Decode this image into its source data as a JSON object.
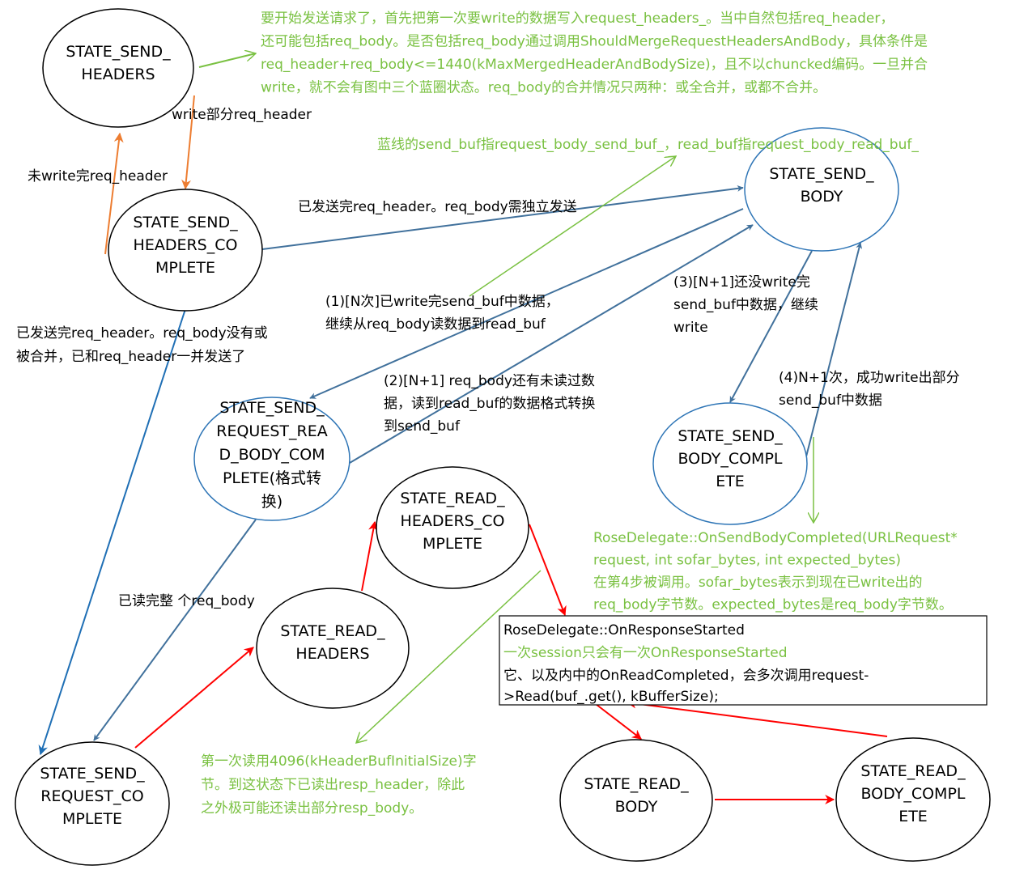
{
  "nodes": {
    "send_headers": [
      "STATE_SEND_",
      "HEADERS"
    ],
    "send_headers_complete": [
      "STATE_SEND_",
      "HEADERS_CO",
      "MPLETE"
    ],
    "send_body": [
      "STATE_SEND_",
      "BODY"
    ],
    "send_request_read_body_complete": [
      "STATE_SEND_",
      "REQUEST_REA",
      "D_BODY_COM",
      "PLETE(格式转",
      "换)"
    ],
    "send_body_complete": [
      "STATE_SEND_",
      "BODY_COMPL",
      "ETE"
    ],
    "read_headers_complete": [
      "STATE_READ_",
      "HEADERS_CO",
      "MPLETE"
    ],
    "read_headers": [
      "STATE_READ_",
      "HEADERS"
    ],
    "send_request_complete": [
      "STATE_SEND_",
      "REQUEST_CO",
      "MPLETE"
    ],
    "read_body": [
      "STATE_READ_",
      "BODY"
    ],
    "read_body_complete": [
      "STATE_READ_",
      "BODY_COMPL",
      "ETE"
    ]
  },
  "labels": {
    "write_partial": [
      "write部分req_header"
    ],
    "not_written": [
      "未write完req_header"
    ],
    "header_sent_body_separate": [
      "已发送完req_header。req_body需独立发送"
    ],
    "header_sent_merged": [
      "已发送完req_header。req_body没有或",
      "被合并，已和req_header一并发送了"
    ],
    "step1": [
      "(1)[N次]已write完send_buf中数据，",
      "继续从req_body读数据到read_buf"
    ],
    "step2": [
      "(2)[N+1] req_body还有未读过数",
      "据，读到read_buf的数据格式转换",
      "到send_buf"
    ],
    "step3": [
      "(3)[N+1]还没write完",
      "send_buf中数据，继续",
      "write"
    ],
    "step4": [
      "(4)N+1次，成功write出部分",
      "send_buf中数据"
    ],
    "body_read_done": [
      "已读完整 个req_body"
    ]
  },
  "notes": {
    "top": [
      "要开始发送请求了，首先把第一次要write的数据写入request_headers_。当中自然包括req_header，",
      "还可能包括req_body。是否包括req_body通过调用ShouldMergeRequestHeadersAndBody，具体条件是",
      "req_header+req_body<=1440(kMaxMergedHeaderAndBodySize)，且不以chuncked编码。一旦并合",
      "write，就不会有图中三个蓝圈状态。req_body的合并情况只两种：或全合并，或都不合并。"
    ],
    "blue_line": [
      "蓝线的send_buf指request_body_send_buf_，read_buf指request_body_read_buf_"
    ],
    "on_send_body_completed": [
      "RoseDelegate::OnSendBodyCompleted(URLRequest*",
      "request, int sofar_bytes, int expected_bytes)",
      "在第4步被调用。sofar_bytes表示到现在已write出的",
      "req_body字节数。expected_bytes是req_body字节数。"
    ],
    "first_read": [
      "第一次读用4096(kHeaderBufInitialSize)字",
      "节。到这状态下已读出resp_header，除此",
      "之外极可能还读出部分resp_body。"
    ]
  },
  "box": {
    "line1": "RoseDelegate::OnResponseStarted",
    "line2": "一次session只会有一次OnResponseStarted",
    "line3": "它、以及内中的OnReadCompleted，会多次调用request-",
    "line4": ">Read(buf_.get(), kBufferSize);"
  },
  "colors": {
    "blue_edge": "#41719c",
    "blue_node_border": "#2e75b6",
    "orange": "#ed7d31",
    "red": "#ff0000",
    "green": "#7ac142",
    "dark_blue": "#1f6fb5"
  }
}
